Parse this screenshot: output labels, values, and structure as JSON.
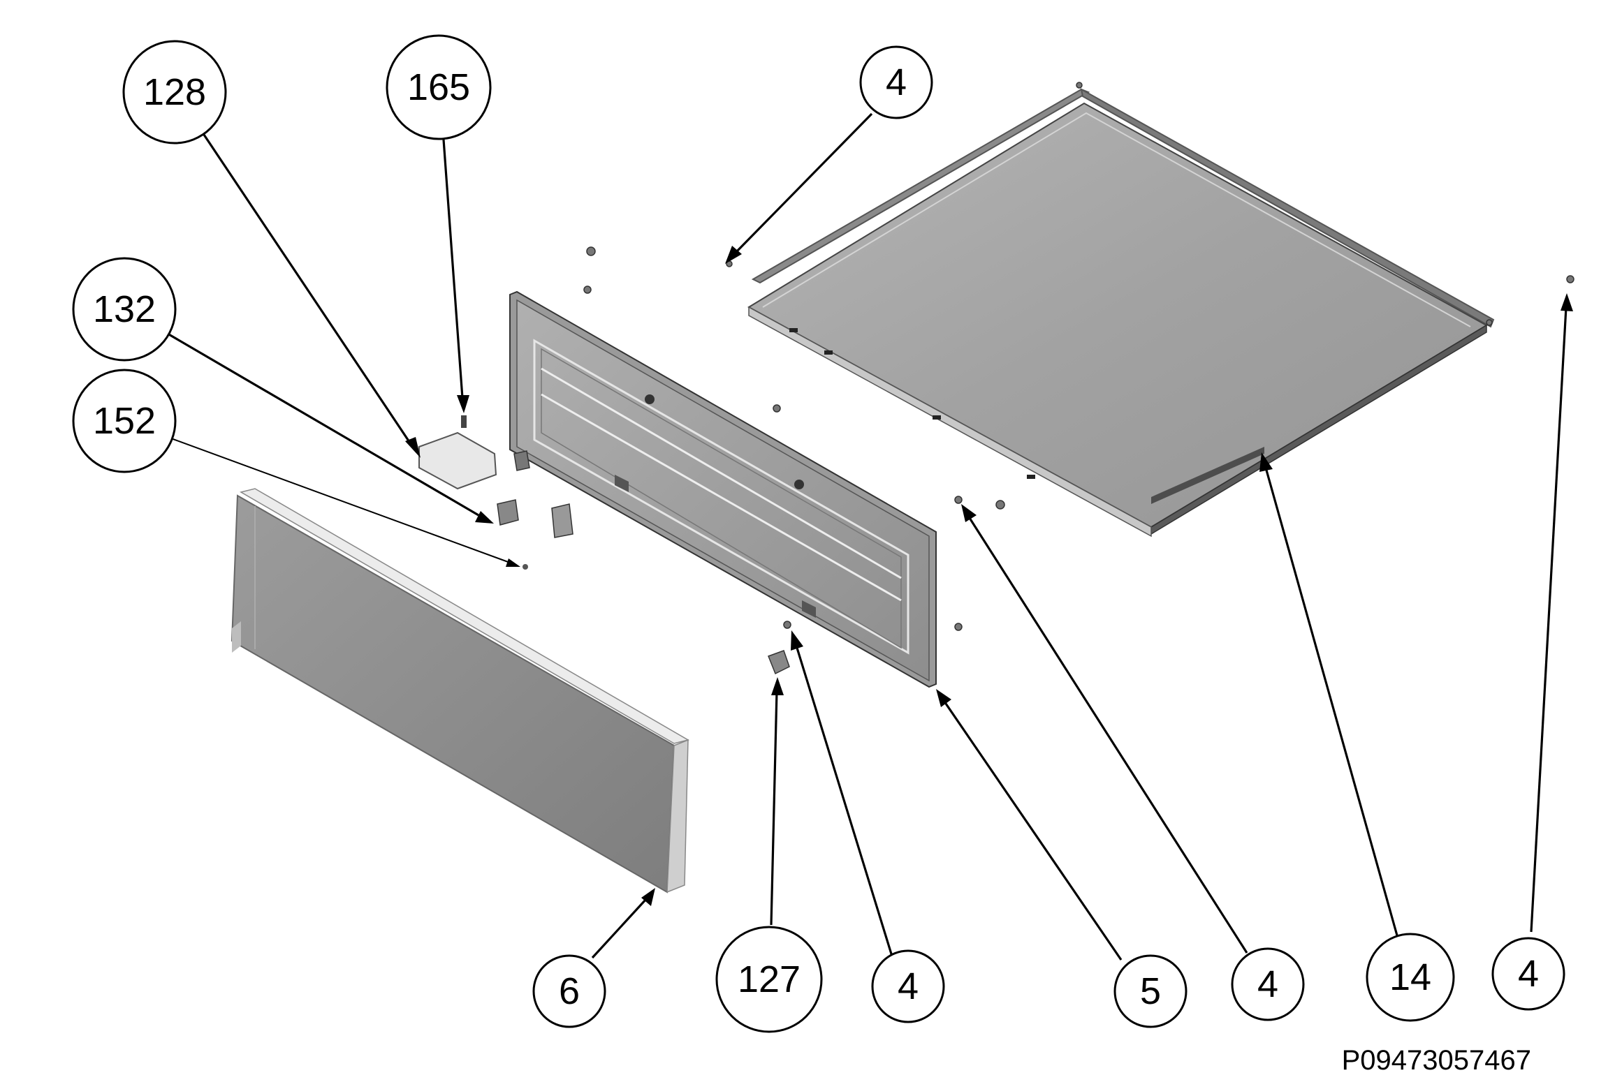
{
  "callouts": {
    "c128": "128",
    "c165": "165",
    "c132": "132",
    "c152": "152",
    "c4_top": "4",
    "c6": "6",
    "c127": "127",
    "c4_a": "4",
    "c5": "5",
    "c4_b": "4",
    "c14": "14",
    "c4_c": "4"
  },
  "drawing_number": "P09473057467"
}
